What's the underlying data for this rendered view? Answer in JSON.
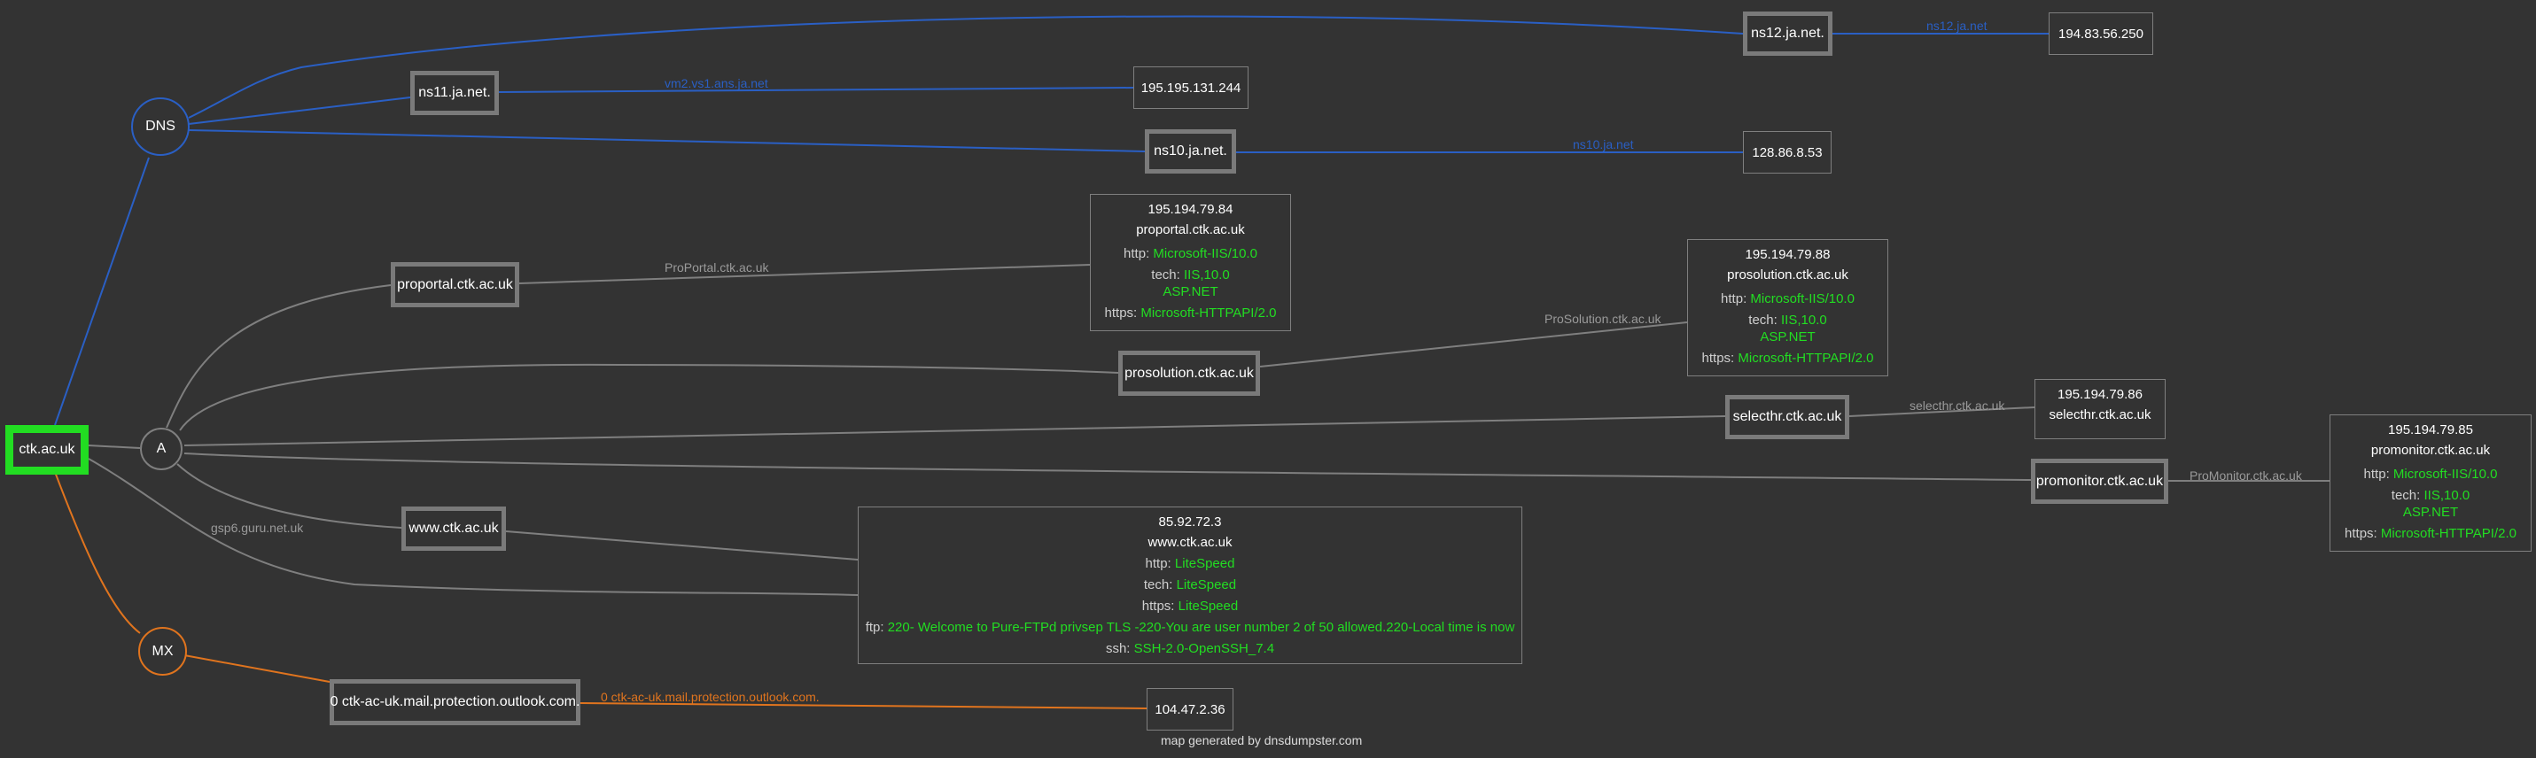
{
  "nodes": {
    "root": "ctk.ac.uk",
    "dns": "DNS",
    "a": "A",
    "mx": "MX",
    "ns12": "ns12.ja.net.",
    "ns12_ip": "194.83.56.250",
    "ns11": "ns11.ja.net.",
    "ns11_ip": "195.195.131.244",
    "ns10": "ns10.ja.net.",
    "ns10_ip": "128.86.8.53",
    "proportal": "proportal.ctk.ac.uk",
    "prosolution": "prosolution.ctk.ac.uk",
    "selecthr": "selecthr.ctk.ac.uk",
    "promonitor": "promonitor.ctk.ac.uk",
    "www": "www.ctk.ac.uk",
    "mxhost": "0 ctk-ac-uk.mail.protection.outlook.com.",
    "mx_ip": "104.47.2.36"
  },
  "edge_labels": {
    "ns12": "ns12.ja.net",
    "ns11": "vm2.vs1.ans.ja.net",
    "ns10": "ns10.ja.net",
    "proportal": "ProPortal.ctk.ac.uk",
    "prosolution": "ProSolution.ctk.ac.uk",
    "selecthr": "selecthr.ctk.ac.uk",
    "promonitor": "ProMonitor.ctk.ac.uk",
    "www": "gsp6.guru.net.uk",
    "mx": "0 ctk-ac-uk.mail.protection.outlook.com."
  },
  "info": {
    "proportal": {
      "ip": "195.194.79.84",
      "host": "proportal.ctk.ac.uk",
      "http_label": "http:",
      "http": "Microsoft-IIS/10.0",
      "tech_label": "tech:",
      "tech1": "IIS,10.0",
      "tech2": "ASP.NET",
      "https_label": "https:",
      "https": "Microsoft-HTTPAPI/2.0"
    },
    "prosolution": {
      "ip": "195.194.79.88",
      "host": "prosolution.ctk.ac.uk",
      "http_label": "http:",
      "http": "Microsoft-IIS/10.0",
      "tech_label": "tech:",
      "tech1": "IIS,10.0",
      "tech2": "ASP.NET",
      "https_label": "https:",
      "https": "Microsoft-HTTPAPI/2.0"
    },
    "selecthr": {
      "ip": "195.194.79.86",
      "host": "selecthr.ctk.ac.uk"
    },
    "promonitor": {
      "ip": "195.194.79.85",
      "host": "promonitor.ctk.ac.uk",
      "http_label": "http:",
      "http": "Microsoft-IIS/10.0",
      "tech_label": "tech:",
      "tech1": "IIS,10.0",
      "tech2": "ASP.NET",
      "https_label": "https:",
      "https": "Microsoft-HTTPAPI/2.0"
    },
    "www": {
      "ip": "85.92.72.3",
      "host": "www.ctk.ac.uk",
      "http_label": "http:",
      "http": "LiteSpeed",
      "tech_label": "tech:",
      "tech": "LiteSpeed",
      "https_label": "https:",
      "https": "LiteSpeed",
      "ftp_label": "ftp:",
      "ftp": "220- Welcome to Pure-FTPd privsep TLS -220-You are user number 2 of 50 allowed.220-Local time is now",
      "ssh_label": "ssh:",
      "ssh": "SSH-2.0-OpenSSH_7.4"
    }
  },
  "footer": "map generated by dnsdumpster.com",
  "colors": {
    "background": "#333333",
    "dns_edge": "#2a5fc4",
    "a_edge": "#7f7f7f",
    "mx_edge": "#e0741e",
    "root_border": "#22dd22",
    "value_text": "#22dd22"
  }
}
